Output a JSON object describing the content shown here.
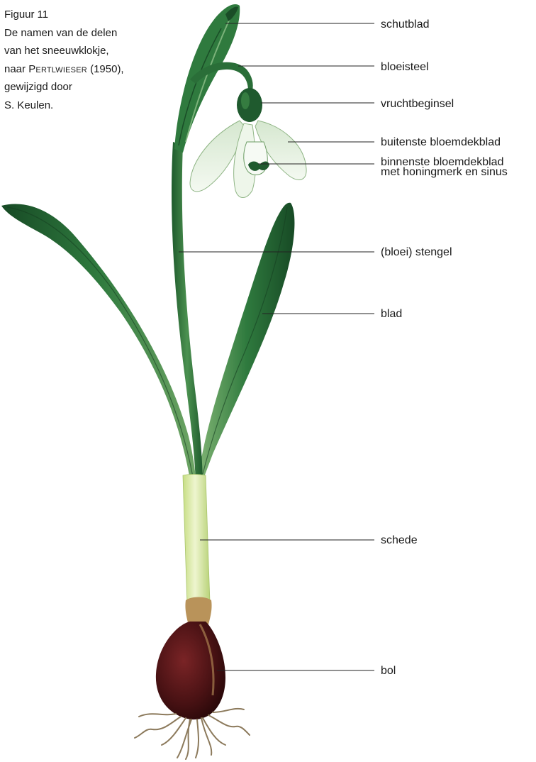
{
  "caption": {
    "figure_word": "Figuur",
    "figure_number": "11",
    "line2": "De namen van de delen",
    "line3": "van het sneeuwklokje,",
    "line4_prefix": "naar ",
    "line4_author": "Pertlwieser",
    "line4_year": " (1950),",
    "line5": "gewijzigd door",
    "line6": "S. Keulen."
  },
  "labels": {
    "schutblad": "schutblad",
    "bloeisteel": "bloeisteel",
    "vruchtbeginsel": "vruchtbeginsel",
    "buitenste": "buitenste bloemdekblad",
    "binnenste_1": "binnenste bloemdekblad",
    "binnenste_2": "met honingmerk en sinus",
    "stengel": "(bloei) stengel",
    "blad": "blad",
    "schede": "schede",
    "bol": "bol"
  },
  "colors": {
    "leaf_dark": "#1f5a2e",
    "leaf_mid": "#2f7a3e",
    "leaf_light": "#6ea565",
    "sheath": "#d8e8a6",
    "bulb": "#4a1214",
    "tunic": "#b9935a",
    "root": "#8c7a5c",
    "petal": "#e8f2e4",
    "line": "#222222"
  }
}
